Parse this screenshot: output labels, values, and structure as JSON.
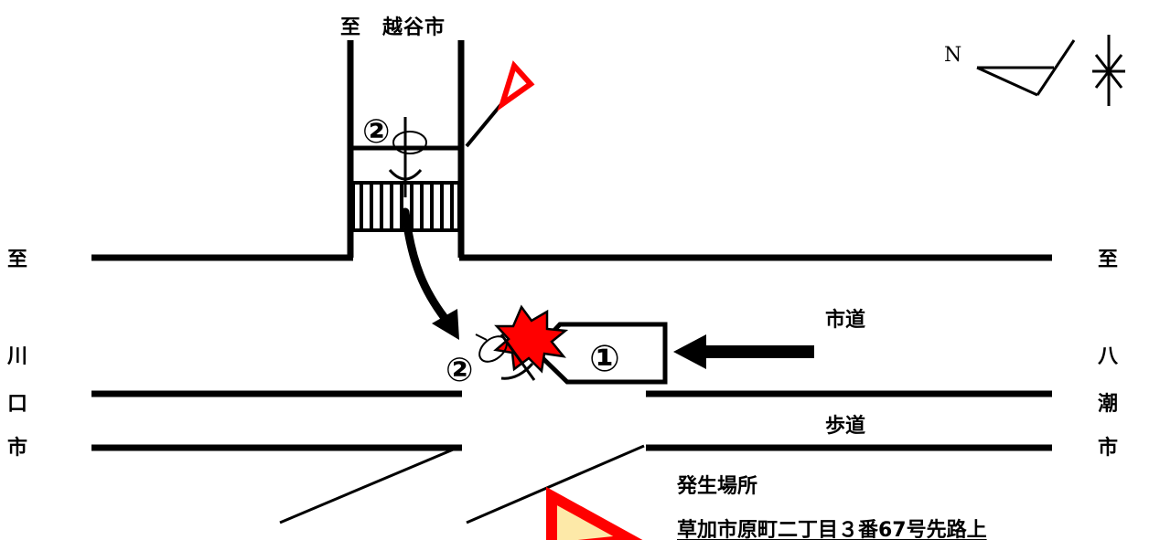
{
  "labels": {
    "north_direction": "至　越谷市",
    "west_to": "至",
    "west_city": [
      "川",
      "口",
      "市"
    ],
    "east_to": "至",
    "east_city": [
      "八",
      "潮",
      "市"
    ],
    "compass": "N",
    "city_road": "市道",
    "sidewalk": "歩道",
    "place_title": "発生場所",
    "place_address": "草加市原町二丁目３番67号先路上"
  },
  "markers": {
    "pedestrian_before": "②",
    "pedestrian_after": "②",
    "vehicle": "①"
  },
  "icons": {
    "crash": "collision-burst-icon",
    "signal_top": "warning-triangle-icon",
    "signal_bottom": "warning-triangle-icon",
    "north": "compass-north-icon"
  },
  "colors": {
    "road_line": "#000000",
    "crash_red": "#ff0000",
    "warning_fill": "#fde9a8",
    "warning_border": "#ff0000"
  }
}
